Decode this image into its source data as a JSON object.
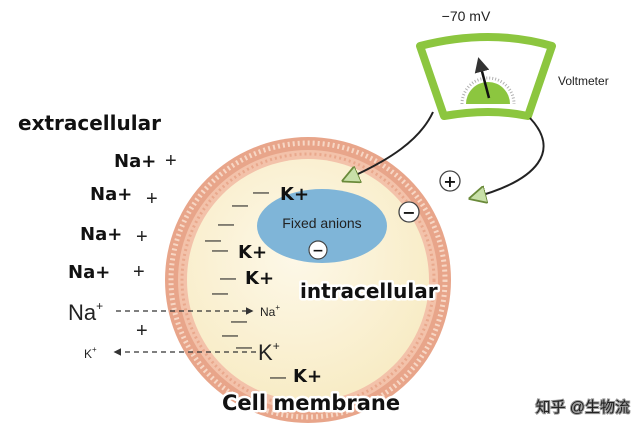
{
  "voltmeter": {
    "reading": "−70 mV",
    "label": "Voltmeter",
    "plus_sign": "+",
    "minus_sign": "−"
  },
  "regions": {
    "extracellular": "extracellular",
    "intracellular": "intracellular",
    "membrane": "Cell membrane",
    "fixed_anions": "Fixed anions",
    "fixed_anions_sign": "−"
  },
  "outside_ions": [
    {
      "ion": "Na+",
      "sign": "+"
    },
    {
      "ion": "Na+",
      "sign": "+"
    },
    {
      "ion": "Na+",
      "sign": "+"
    },
    {
      "ion": "Na+",
      "sign": "+"
    }
  ],
  "flux": {
    "na_outside": "Na",
    "na_inside": "Na",
    "k_outside": "K",
    "k_inside": "K",
    "superscript": "+",
    "plus_between": "+"
  },
  "inside_ions": [
    {
      "dash": "—",
      "ion": "K+"
    },
    {
      "dash": "—",
      "ion": "K+"
    },
    {
      "dash": "—",
      "ion": "K+"
    },
    {
      "dash": "—",
      "ion": "K+"
    }
  ],
  "inside_minus": "—",
  "watermark": "知乎 @生物流",
  "colors": {
    "membrane_outer": "#e8a58a",
    "membrane_inner": "#f5c9b5",
    "cytoplasm": "#fbf2d8",
    "anion_blob": "#7fb5d8",
    "meter_frame": "#8cc63f",
    "meter_dial": "#8cc63f"
  }
}
